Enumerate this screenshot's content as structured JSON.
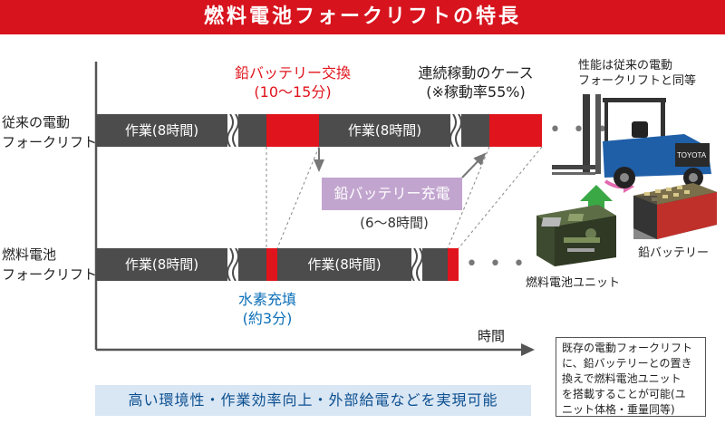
{
  "title": "燃料電池フォークリフトの特長",
  "rows": {
    "conventional": {
      "label_line1": "従来の電動",
      "label_line2": "フォークリフト",
      "work1": "作業(8時間)",
      "work2": "作業(8時間)"
    },
    "fuelcell": {
      "label_line1": "燃料電池",
      "label_line2": "フォークリフト",
      "work1": "作業(8時間)",
      "work2": "作業(8時間)"
    }
  },
  "annotations": {
    "battery_swap": "鉛バッテリー交換",
    "battery_swap_time": "(10〜15分)",
    "continuous_case": "連続稼動のケース",
    "operating_rate": "(※稼動率55%)",
    "battery_charge": "鉛バッテリー充電",
    "battery_charge_time": "(6〜8時間)",
    "hydrogen_fill": "水素充填",
    "hydrogen_fill_time": "(約3分)",
    "more": "• • •"
  },
  "axis": {
    "time_label": "時間"
  },
  "images": {
    "forklift_caption_line1": "性能は従来の電動",
    "forklift_caption_line2": "フォークリフトと同等",
    "fuelcell_unit_caption": "燃料電池ユニット",
    "lead_battery_caption": "鉛バッテリー",
    "forklift_brand": "TOYOTA"
  },
  "note": {
    "line1": "既存の電動フォークリフト",
    "line2": "に、鉛バッテリーとの置き",
    "line3": "換えで燃料電池ユニット",
    "line4": "を搭載することが可能(ユ",
    "line5": "ニット体格・重量同等)"
  },
  "summary": "高い環境性・作業効率向上・外部給電などを実現可能",
  "colors": {
    "title_red": "#d7141e",
    "work_bar": "#4c4c4c",
    "swap_red": "#e0141c",
    "charge_purple": "#c2a5cf",
    "hydrogen_blue": "#0b6fb8",
    "summary_bg": "#d9e6f4",
    "green_arrow": "#3aa845",
    "pink_arrow": "#e36bb0"
  }
}
